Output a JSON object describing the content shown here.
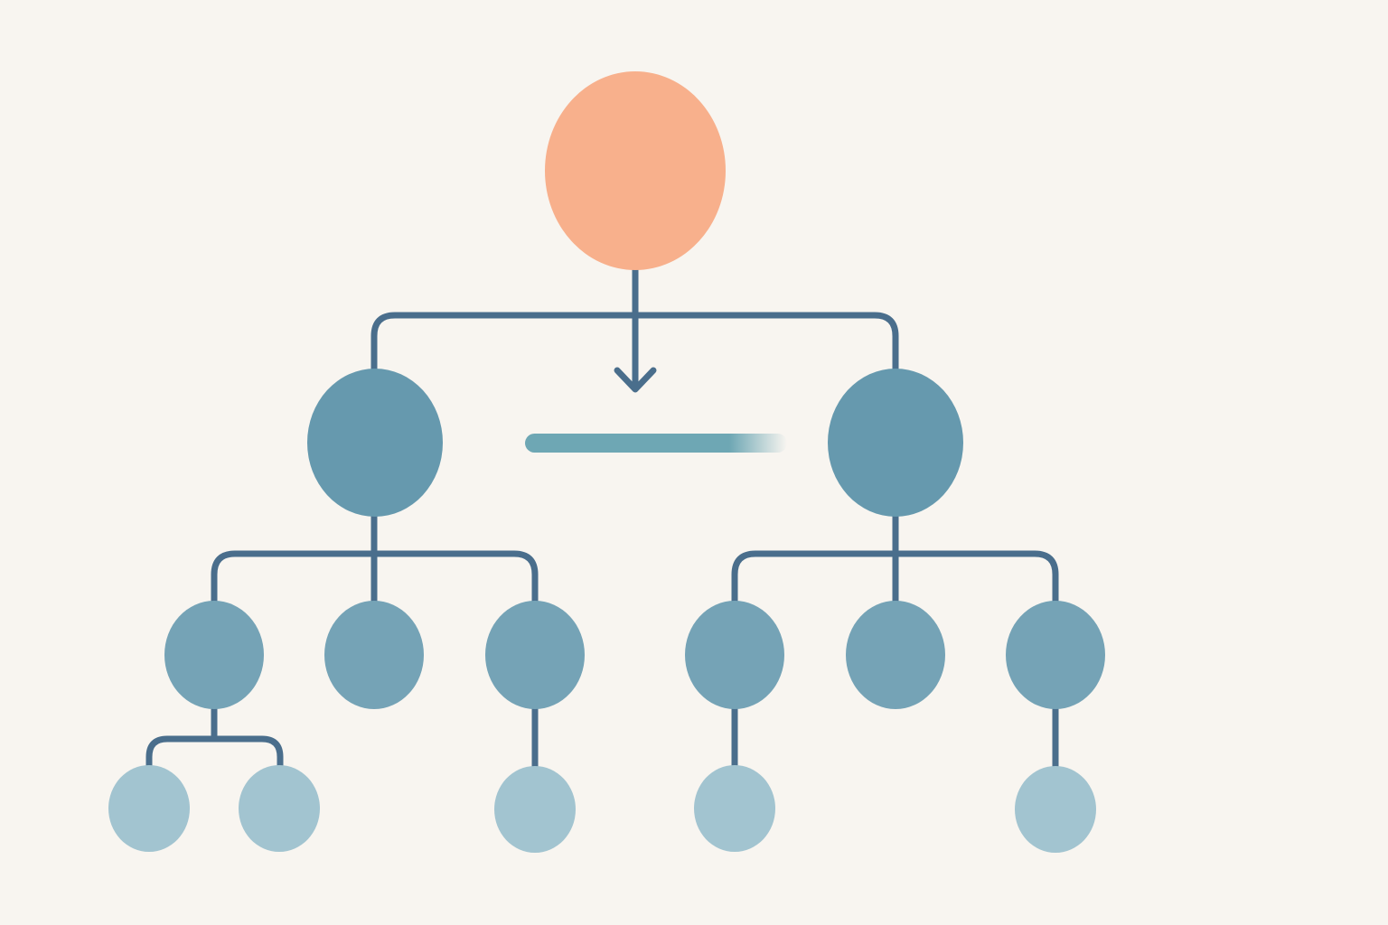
{
  "diagram": {
    "type": "hierarchy-tree",
    "colors": {
      "background": "#f8f5f0",
      "root_node": "#f8b08c",
      "level1_node": "#6699ae",
      "level2_node": "#75a3b6",
      "level3_node": "#a2c4d0",
      "connector": "#4a6e8c",
      "progress_bar": "#6ea7b4"
    },
    "nodes": [
      {
        "id": "root",
        "level": 0,
        "children": [
          "level1-left",
          "level1-right"
        ]
      },
      {
        "id": "level1-left",
        "level": 1,
        "children": [
          "level2-left-1",
          "level2-left-2",
          "level2-left-3"
        ]
      },
      {
        "id": "level1-right",
        "level": 1,
        "children": [
          "level2-right-1",
          "level2-right-2",
          "level2-right-3"
        ]
      },
      {
        "id": "level2-left-1",
        "level": 2,
        "children": [
          "level3-left-1a",
          "level3-left-1b"
        ]
      },
      {
        "id": "level2-left-2",
        "level": 2,
        "children": []
      },
      {
        "id": "level2-left-3",
        "level": 2,
        "children": [
          "level3-left-3"
        ]
      },
      {
        "id": "level2-right-1",
        "level": 2,
        "children": [
          "level3-right-1"
        ]
      },
      {
        "id": "level2-right-2",
        "level": 2,
        "children": []
      },
      {
        "id": "level2-right-3",
        "level": 2,
        "children": [
          "level3-right-3"
        ]
      },
      {
        "id": "level3-left-1a",
        "level": 3,
        "children": []
      },
      {
        "id": "level3-left-1b",
        "level": 3,
        "children": []
      },
      {
        "id": "level3-left-3",
        "level": 3,
        "children": []
      },
      {
        "id": "level3-right-1",
        "level": 3,
        "children": []
      },
      {
        "id": "level3-right-3",
        "level": 3,
        "children": []
      }
    ],
    "root_arrow": {
      "direction": "down"
    },
    "progress_bar": {
      "style": "fading-right"
    }
  }
}
